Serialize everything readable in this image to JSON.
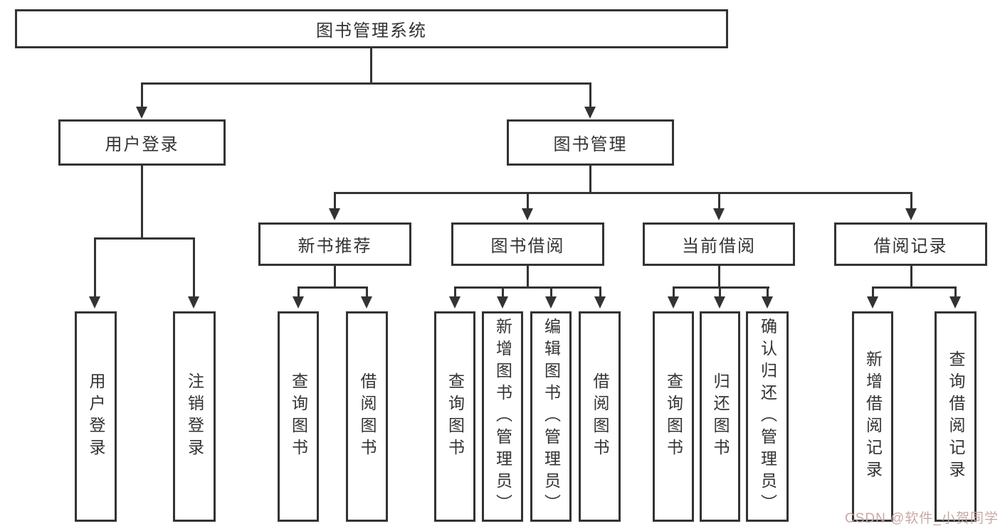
{
  "diagram": {
    "title_node": "图书管理系统",
    "root": {
      "label": "图书管理系统"
    },
    "branches": [
      {
        "label": "用户登录",
        "children": [
          {
            "label": "用户登录"
          },
          {
            "label": "注销登录"
          }
        ]
      },
      {
        "label": "图书管理",
        "children": [
          {
            "label": "新书推荐",
            "children": [
              {
                "label": "查询图书"
              },
              {
                "label": "借阅图书"
              }
            ]
          },
          {
            "label": "图书借阅",
            "children": [
              {
                "label": "查询图书"
              },
              {
                "label": "新增图书（管理员）"
              },
              {
                "label": "编辑图书（管理员）"
              },
              {
                "label": "借阅图书"
              }
            ]
          },
          {
            "label": "当前借阅",
            "children": [
              {
                "label": "查询图书"
              },
              {
                "label": "归还图书"
              },
              {
                "label": "确认归还（管理员）"
              }
            ]
          },
          {
            "label": "借阅记录",
            "children": [
              {
                "label": "新增借阅记录"
              },
              {
                "label": "查询借阅记录"
              }
            ]
          }
        ]
      }
    ]
  },
  "watermark": {
    "text": "CSDN @软件_小贺同学",
    "color": "#c4a5a1"
  },
  "style": {
    "line_color": "#333333",
    "text_color": "#333333",
    "background": "#ffffff"
  }
}
